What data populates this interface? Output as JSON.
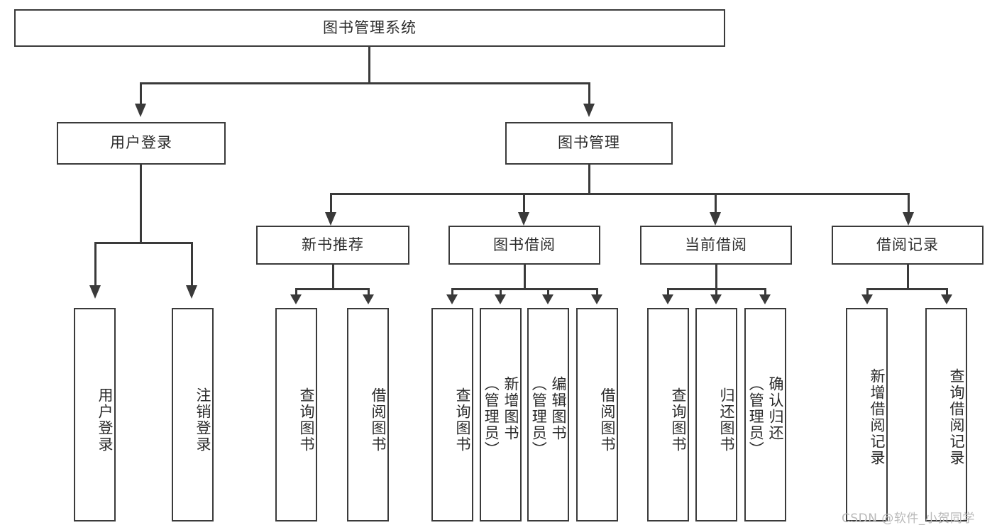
{
  "diagram": {
    "title": "图书管理系统",
    "type": "hierarchy-tree",
    "root": {
      "label": "图书管理系统"
    },
    "level2": [
      {
        "label": "用户登录"
      },
      {
        "label": "图书管理"
      }
    ],
    "level3": [
      {
        "label": "新书推荐"
      },
      {
        "label": "图书借阅"
      },
      {
        "label": "当前借阅"
      },
      {
        "label": "借阅记录"
      }
    ],
    "leaves": {
      "user_login": [
        {
          "label": "用户登录"
        },
        {
          "label": "注销登录"
        }
      ],
      "new_book_recommend": [
        {
          "label": "查询图书"
        },
        {
          "label": "借阅图书"
        }
      ],
      "book_borrow": [
        {
          "label": "查询图书"
        },
        {
          "label": "新增图书\n（管理员）"
        },
        {
          "label": "编辑图书\n（管理员）"
        },
        {
          "label": "借阅图书"
        }
      ],
      "current_borrow": [
        {
          "label": "查询图书"
        },
        {
          "label": "归还图书"
        },
        {
          "label": "确认归还\n（管理员）"
        }
      ],
      "borrow_record": [
        {
          "label": "新增借阅记录"
        },
        {
          "label": "查询借阅记录"
        }
      ]
    }
  },
  "watermark": {
    "text": "CSDN @软件_小贺同学"
  },
  "colors": {
    "stroke": "#3a3a3a",
    "text": "#2b2b2b",
    "background": "#ffffff",
    "watermark": "#b9b9b9"
  }
}
